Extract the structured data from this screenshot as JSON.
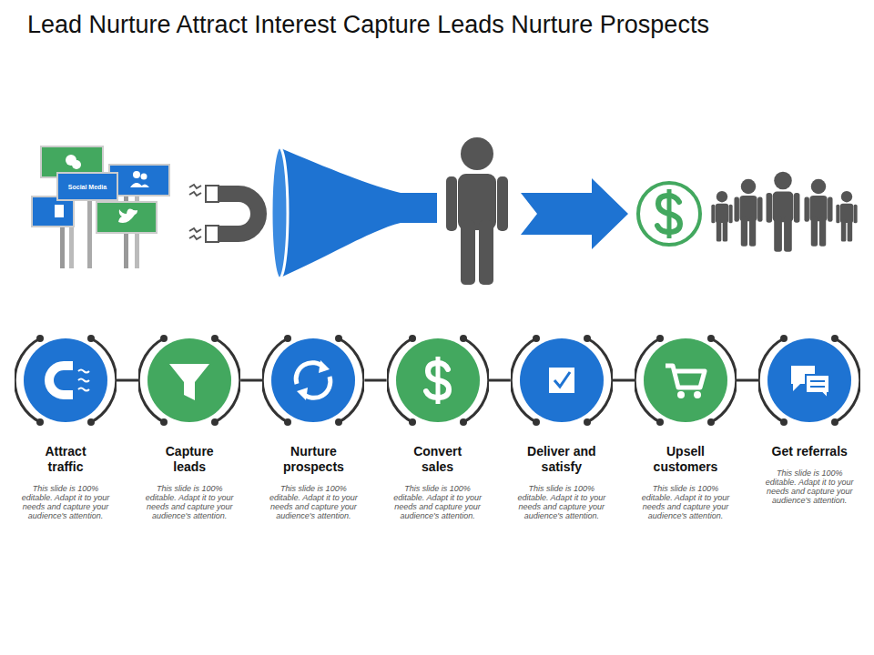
{
  "diagram": {
    "title": "Lead Nurture Attract Interest Capture Leads Nurture Prospects",
    "nodes": [
      {
        "text": [
          "Attract traffic",
          "This slide is 100% editable. Adapt it to your needs and capture your audience's attention."
        ]
      },
      {
        "text": [
          "Capture leads",
          "This slide is 100% editable. Adapt it to your needs and capture your audience's attention."
        ]
      },
      {
        "text": [
          "Nurture prospects",
          "This slide is 100% editable. Adapt it to your needs and capture your audience's attention."
        ]
      },
      {
        "text": [
          "Convert sales",
          "This slide is 100% editable. Adapt it to your needs and capture your audience's attention."
        ]
      },
      {
        "text": [
          "Deliver and satisfy",
          "This slide is 100% editable. Adapt it to your needs and capture your audience's attention."
        ]
      },
      {
        "text": [
          "Upsell customers",
          "This slide is 100% editable. Adapt it to your needs and capture your audience's attention."
        ]
      },
      {
        "text": [
          "Get referrals",
          "This slide is 100% editable. Adapt it to your needs and capture your audience's attention."
        ]
      }
    ],
    "edges": [
      {
        "from": 0,
        "to": 1,
        "arrow": "none"
      },
      {
        "from": 1,
        "to": 2,
        "arrow": "none"
      },
      {
        "from": 2,
        "to": 3,
        "arrow": "none"
      },
      {
        "from": 3,
        "to": 4,
        "arrow": "none"
      },
      {
        "from": 4,
        "to": 5,
        "arrow": "none"
      },
      {
        "from": 5,
        "to": 6,
        "arrow": "none"
      }
    ],
    "labels": [
      "Social Media"
    ]
  }
}
